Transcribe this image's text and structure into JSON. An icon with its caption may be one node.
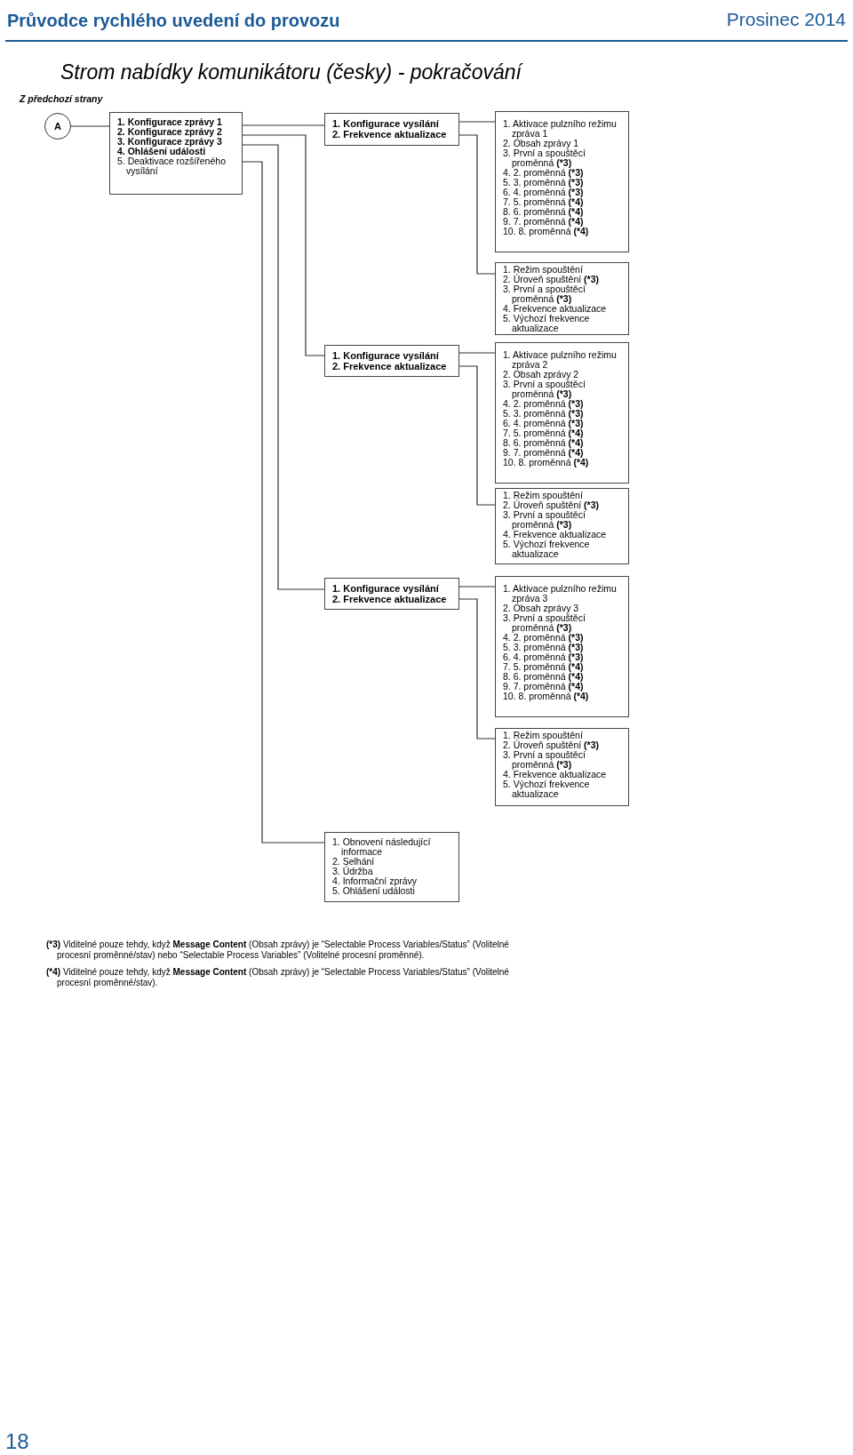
{
  "diagram": {
    "title": "Strom nabídky komunikátoru (česky) - pokračování",
    "nodes": [
      {
        "text": [
          "A"
        ]
      },
      {
        "text": [
          "**1. Konfigurace zprávy 1**",
          "**2. Konfigurace zprávy 2**",
          "**3. Konfigurace zprávy 3**",
          "**4. Ohlášení události**",
          "5. Deaktivace rozšířeného vysílání"
        ]
      },
      {
        "text": [
          "1. Konfigurace vysílání",
          "2. Frekvence aktualizace"
        ]
      },
      {
        "text": [
          "1. Aktivace pulzního režimu zpráva 1",
          "2. Obsah zprávy 1",
          "3. První a spouštěcí proměnná **(*3)**",
          "4. 2. proměnná **(*3)**",
          "5. 3. proměnná **(*3)**",
          "6. 4. proměnná **(*3)**",
          "7. 5. proměnná **(*4)**",
          "8. 6. proměnná **(*4)**",
          "9. 7. proměnná **(*4)**",
          "10. 8. proměnná **(*4)**"
        ]
      },
      {
        "text": [
          "1. Režim spouštění",
          "2. Úroveň spuštění **(*3)**",
          "3. První a spouštěcí proměnná **(*3)**",
          "4. Frekvence aktualizace",
          "5. Výchozí frekvence aktualizace"
        ]
      },
      {
        "text": [
          "1. Konfigurace vysílání",
          "2. Frekvence aktualizace"
        ]
      },
      {
        "text": [
          "1. Aktivace pulzního režimu zpráva 2",
          "2. Obsah zprávy 2",
          "3. První a spouštěcí proměnná **(*3)**",
          "4. 2. proměnná **(*3)**",
          "5. 3. proměnná **(*3)**",
          "6. 4. proměnná **(*3)**",
          "7. 5. proměnná **(*4)**",
          "8. 6. proměnná **(*4)**",
          "9. 7. proměnná **(*4)**",
          "10. 8. proměnná **(*4)**"
        ]
      },
      {
        "text": [
          "1. Režim spouštění",
          "2. Úroveň spuštění **(*3)**",
          "3. První a spouštěcí proměnná **(*3)**",
          "4. Frekvence aktualizace",
          "5. Výchozí frekvence aktualizace"
        ]
      },
      {
        "text": [
          "1. Konfigurace vysílání",
          "2. Frekvence aktualizace"
        ]
      },
      {
        "text": [
          "1. Aktivace pulzního režimu zpráva 3",
          "2. Obsah zprávy 3",
          "3. První a spouštěcí proměnná **(*3)**",
          "4. 2. proměnná **(*3)**",
          "5. 3. proměnná **(*3)**",
          "6. 4. proměnná **(*3)**",
          "7. 5. proměnná **(*4)**",
          "8. 6. proměnná **(*4)**",
          "9. 7. proměnná **(*4)**",
          "10. 8. proměnná **(*4)**"
        ]
      },
      {
        "text": [
          "1. Režim spouštění",
          "2. Úroveň spuštění **(*3)**",
          "3. První a spouštěcí proměnná **(*3)**",
          "4. Frekvence aktualizace",
          "5. Výchozí frekvence aktualizace"
        ]
      },
      {
        "text": [
          "1. Obnovení následující informace",
          "2. Selhání",
          "3. Údržba",
          "4. Informační zprávy",
          "5. Ohlášení události"
        ]
      }
    ],
    "edges": [
      {
        "from": 0,
        "to": 1,
        "arrow": "none"
      },
      {
        "from": 1,
        "to": 2,
        "arrow": "none"
      },
      {
        "from": 1,
        "to": 5,
        "arrow": "none"
      },
      {
        "from": 1,
        "to": 8,
        "arrow": "none"
      },
      {
        "from": 1,
        "to": 11,
        "arrow": "none"
      },
      {
        "from": 2,
        "to": 3,
        "arrow": "none"
      },
      {
        "from": 2,
        "to": 4,
        "arrow": "none"
      },
      {
        "from": 5,
        "to": 6,
        "arrow": "none"
      },
      {
        "from": 5,
        "to": 7,
        "arrow": "none"
      },
      {
        "from": 8,
        "to": 9,
        "arrow": "none"
      },
      {
        "from": 8,
        "to": 10,
        "arrow": "none"
      }
    ],
    "labels": [
      "Průvodce rychlého uvedení do provozu",
      "Prosinec 2014",
      "Z předchozí strany",
      "**(*3)** Viditelné pouze tehdy, když **Message Content** (Obsah zprávy) je “Selectable Process Variables/Status” (Volitelné procesní proměnné/stav) nebo “Selectable Process Variables” (Volitelné procesní proměnné).",
      "**(*4)** Viditelné pouze tehdy, když **Message Content** (Obsah zprávy) je “Selectable Process Variables/Status” (Volitelné procesní proměnné/stav).",
      "18"
    ]
  }
}
